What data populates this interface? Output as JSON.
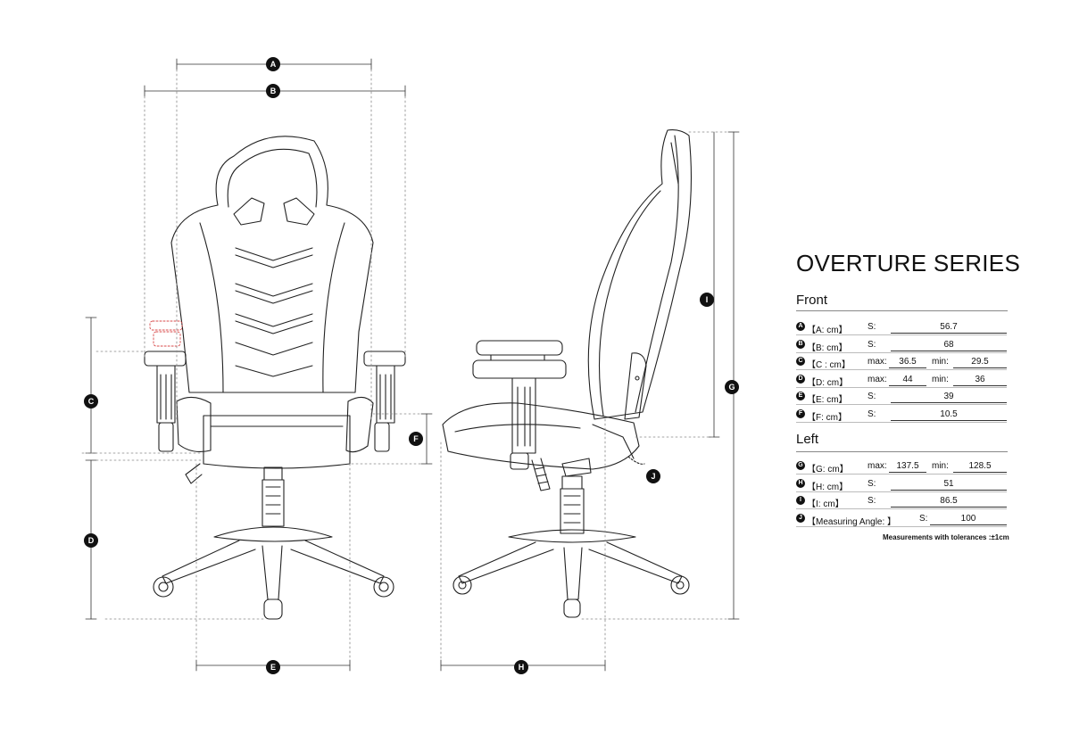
{
  "spec": {
    "series_title": "OVERTURE SERIES",
    "front_title": "Front",
    "left_title": "Left",
    "front_rows": [
      {
        "badge": "A",
        "label": "【A: cm】",
        "s_label": "S:",
        "s_value": "56.7"
      },
      {
        "badge": "B",
        "label": "【B: cm】",
        "s_label": "S:",
        "s_value": "68"
      },
      {
        "badge": "C",
        "label": "【C : cm】",
        "max_label": "max:",
        "max_value": "36.5",
        "min_label": "min:",
        "min_value": "29.5"
      },
      {
        "badge": "D",
        "label": "【D: cm】",
        "max_label": "max:",
        "max_value": "44",
        "min_label": "min:",
        "min_value": "36"
      },
      {
        "badge": "E",
        "label": "【E: cm】",
        "s_label": "S:",
        "s_value": "39"
      },
      {
        "badge": "F",
        "label": "【F: cm】",
        "s_label": "S:",
        "s_value": "10.5"
      }
    ],
    "left_rows": [
      {
        "badge": "G",
        "label": "【G: cm】",
        "max_label": "max:",
        "max_value": "137.5",
        "min_label": "min:",
        "min_value": "128.5"
      },
      {
        "badge": "H",
        "label": "【H: cm】",
        "s_label": "S:",
        "s_value": "51"
      },
      {
        "badge": "I",
        "label": "【I: cm】",
        "s_label": "S:",
        "s_value": "86.5"
      },
      {
        "badge": "J",
        "label": "【Measuring Angle: 】",
        "s_label": "S:",
        "s_value": "100"
      }
    ],
    "note": "Measurements with tolerances :±1cm"
  },
  "markers": [
    "A",
    "B",
    "C",
    "D",
    "E",
    "F",
    "G",
    "H",
    "I",
    "J"
  ]
}
